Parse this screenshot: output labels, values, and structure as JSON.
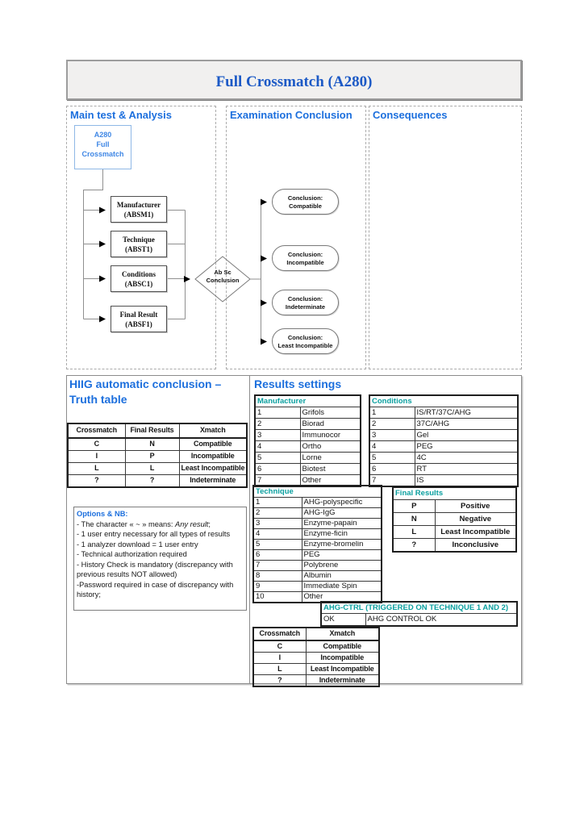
{
  "page_title": "Full Crossmatch (A280)",
  "columns": {
    "main": "Main test & Analysis",
    "exam": "Examination Conclusion",
    "consequences": "Consequences"
  },
  "flowchart": {
    "start": {
      "line1": "A280",
      "line2": "Full",
      "line3": "Crossmatch"
    },
    "steps": [
      {
        "line1": "Manufacturer",
        "line2": "(ABSM1)"
      },
      {
        "line1": "Technique",
        "line2": "(ABST1)"
      },
      {
        "line1": "Conditions",
        "line2": "(ABSC1)"
      },
      {
        "line1": "Final Result",
        "line2": "(ABSF1)"
      }
    ],
    "decision": {
      "line1": "Ab Sc",
      "line2": "Conclusion"
    },
    "outcomes": [
      {
        "line1": "Conclusion:",
        "line2": "Compatible"
      },
      {
        "line1": "Conclusion:",
        "line2": "Incompatible"
      },
      {
        "line1": "Conclusion:",
        "line2": "Indeterminate"
      },
      {
        "line1": "Conclusion:",
        "line2": "Least Incompatible"
      }
    ]
  },
  "truth_section": {
    "title_line1": "HIIG automatic conclusion –",
    "title_line2": "Truth table",
    "table": {
      "headers": [
        "Crossmatch",
        "Final Results",
        "Xmatch"
      ],
      "rows": [
        {
          "c1": "C",
          "c2": "N",
          "c3": "Compatible"
        },
        {
          "c1": "I",
          "c2": "P",
          "c3": "Incompatible"
        },
        {
          "c1": "L",
          "c2": "L",
          "c3": "Least Incompatible"
        },
        {
          "c1": "?",
          "c2": "?",
          "c3": "Indeterminate"
        }
      ]
    },
    "options": {
      "title": "Options & NB:",
      "line1_prefix": "- The character « ~ » means: ",
      "line1_italic": "Any result",
      "line1_suffix": ";",
      "lines": [
        "- 1 user entry necessary for all types of results",
        "- 1 analyzer download = 1 user entry",
        "- Technical authorization required",
        "- History Check is mandatory (discrepancy with previous results NOT allowed)",
        "-Password required in case of discrepancy with history;"
      ]
    }
  },
  "results_settings": {
    "title": "Results settings",
    "manufacturer": {
      "header": "Manufacturer",
      "rows": [
        {
          "n": "1",
          "v": "Grifols"
        },
        {
          "n": "2",
          "v": "Biorad"
        },
        {
          "n": "3",
          "v": "Immunocor"
        },
        {
          "n": "4",
          "v": "Ortho"
        },
        {
          "n": "5",
          "v": "Lorne"
        },
        {
          "n": "6",
          "v": "Biotest"
        },
        {
          "n": "7",
          "v": "Other"
        }
      ]
    },
    "conditions": {
      "header": "Conditions",
      "rows": [
        {
          "n": "1",
          "v": "IS/RT/37C/AHG"
        },
        {
          "n": "2",
          "v": "37C/AHG"
        },
        {
          "n": "3",
          "v": "Gel"
        },
        {
          "n": "4",
          "v": "PEG"
        },
        {
          "n": "5",
          "v": "4C"
        },
        {
          "n": "6",
          "v": "RT"
        },
        {
          "n": "7",
          "v": "IS"
        }
      ]
    },
    "technique": {
      "header": "Technique",
      "rows": [
        {
          "n": "1",
          "v": "AHG-polyspecific"
        },
        {
          "n": "2",
          "v": "AHG-IgG"
        },
        {
          "n": "3",
          "v": "Enzyme-papain"
        },
        {
          "n": "4",
          "v": "Enzyme-ficin"
        },
        {
          "n": "5",
          "v": "Enzyme-bromelin"
        },
        {
          "n": "6",
          "v": "PEG"
        },
        {
          "n": "7",
          "v": "Polybrene"
        },
        {
          "n": "8",
          "v": "Albumin"
        },
        {
          "n": "9",
          "v": "Immediate Spin"
        },
        {
          "n": "10",
          "v": "Other"
        }
      ]
    },
    "final_results": {
      "header": "Final Results",
      "rows": [
        {
          "code": "P",
          "label": "Positive"
        },
        {
          "code": "N",
          "label": "Negative"
        },
        {
          "code": "L",
          "label": "Least Incompatible"
        },
        {
          "code": "?",
          "label": "Inconclusive"
        }
      ]
    },
    "ahg_ctrl": {
      "header": "AHG-CTRL (TRIGGERED ON TECHNIQUE 1 AND 2)",
      "code": "OK",
      "label": "AHG CONTROL OK"
    },
    "crossmatch": {
      "headers": [
        "Crossmatch",
        "Xmatch"
      ],
      "rows": [
        {
          "code": "C",
          "label": "Compatible"
        },
        {
          "code": "I",
          "label": "Incompatible"
        },
        {
          "code": "L",
          "label": "Least Incompatible"
        },
        {
          "code": "?",
          "label": "Indeterminate"
        }
      ]
    }
  },
  "colors": {
    "title_blue": "#1d5ac6",
    "heading_blue": "#1c6fdd",
    "table_header_teal": "#0a9f9f",
    "node_blue": "#3f87e5",
    "grey_fill": "#f1f0ef"
  }
}
